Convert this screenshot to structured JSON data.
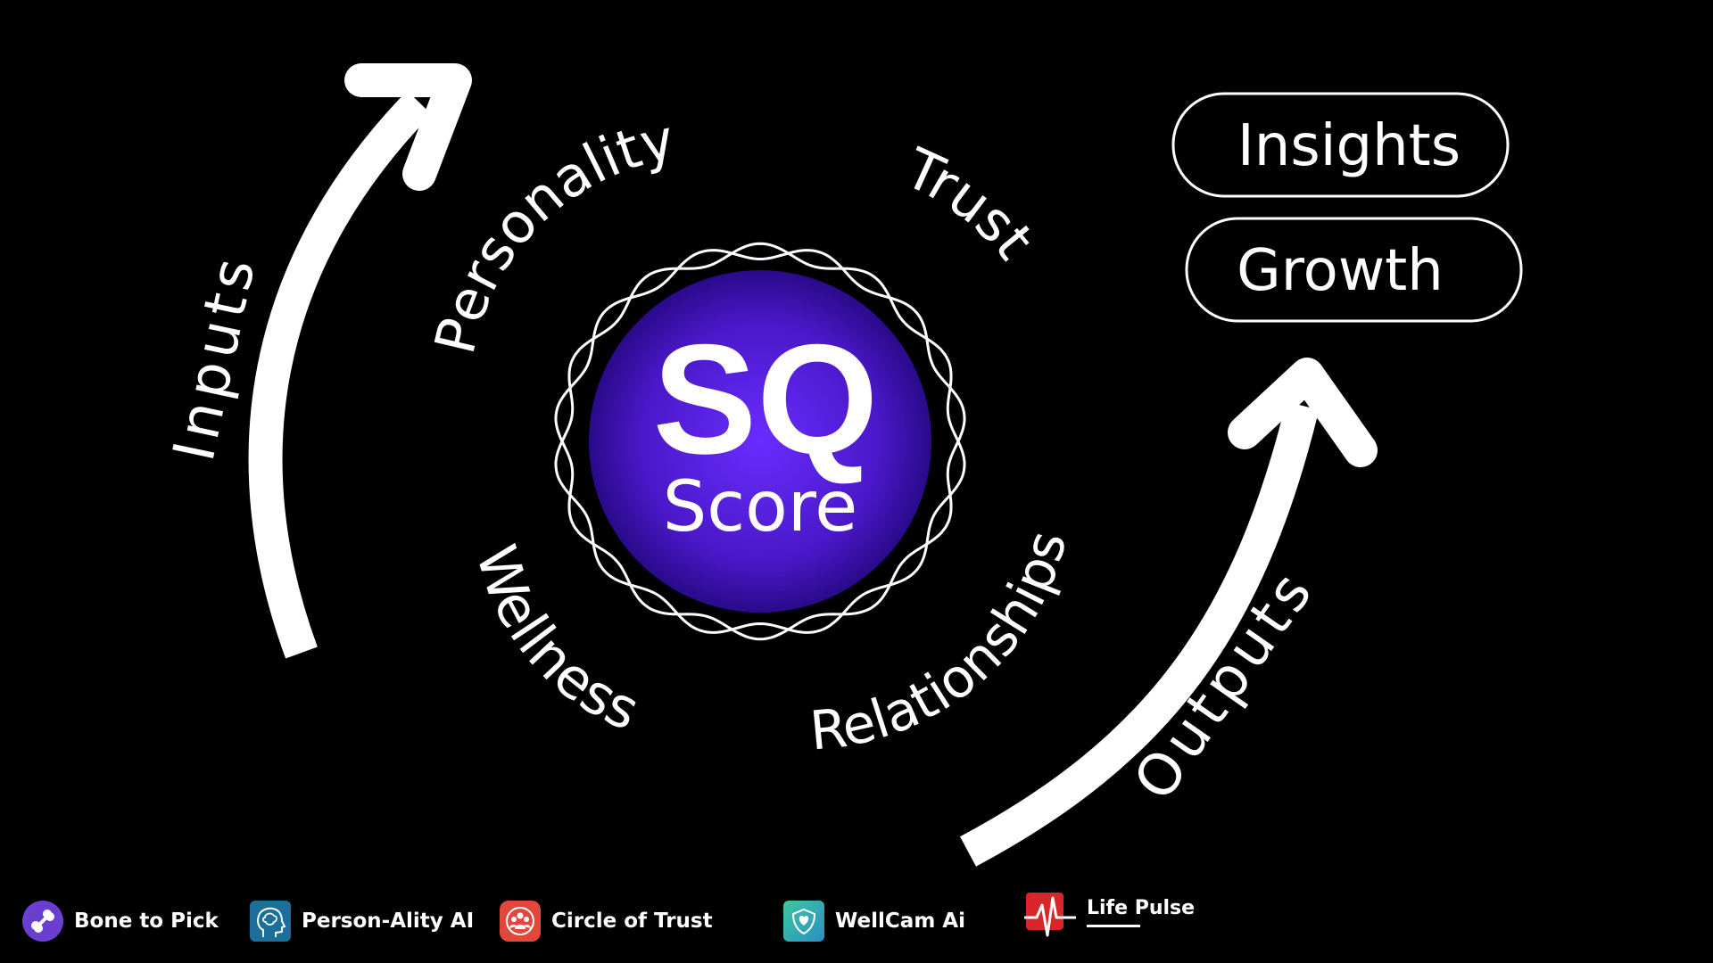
{
  "center": {
    "title": "SQ",
    "subtitle": "Score"
  },
  "labels": {
    "inputs": "Inputs",
    "outputs": "Outputs",
    "personality": "Personality",
    "trust": "Trust",
    "wellness": "Wellness",
    "relationships": "Relationships"
  },
  "outputs_boxes": [
    {
      "label": "Insights"
    },
    {
      "label": "Growth"
    }
  ],
  "apps": [
    {
      "label": "Bone to Pick",
      "icon": "bone-icon",
      "color": "#6a3fd0"
    },
    {
      "label": "Person-Ality AI",
      "icon": "brain-head-icon",
      "color": "#1c6f9a"
    },
    {
      "label": "Circle of Trust",
      "icon": "people-circle-icon",
      "color": "#e2473b"
    },
    {
      "label": "WellCam Ai",
      "icon": "heart-shield-icon",
      "color": "#37b7a3"
    },
    {
      "label": "Life Pulse",
      "icon": "heartbeat-icon",
      "color": "#d8262a"
    }
  ],
  "colors": {
    "background": "#000000",
    "circle_center": "#6a2cff",
    "circle_edge": "#2a0a8a",
    "foreground": "#ffffff"
  }
}
